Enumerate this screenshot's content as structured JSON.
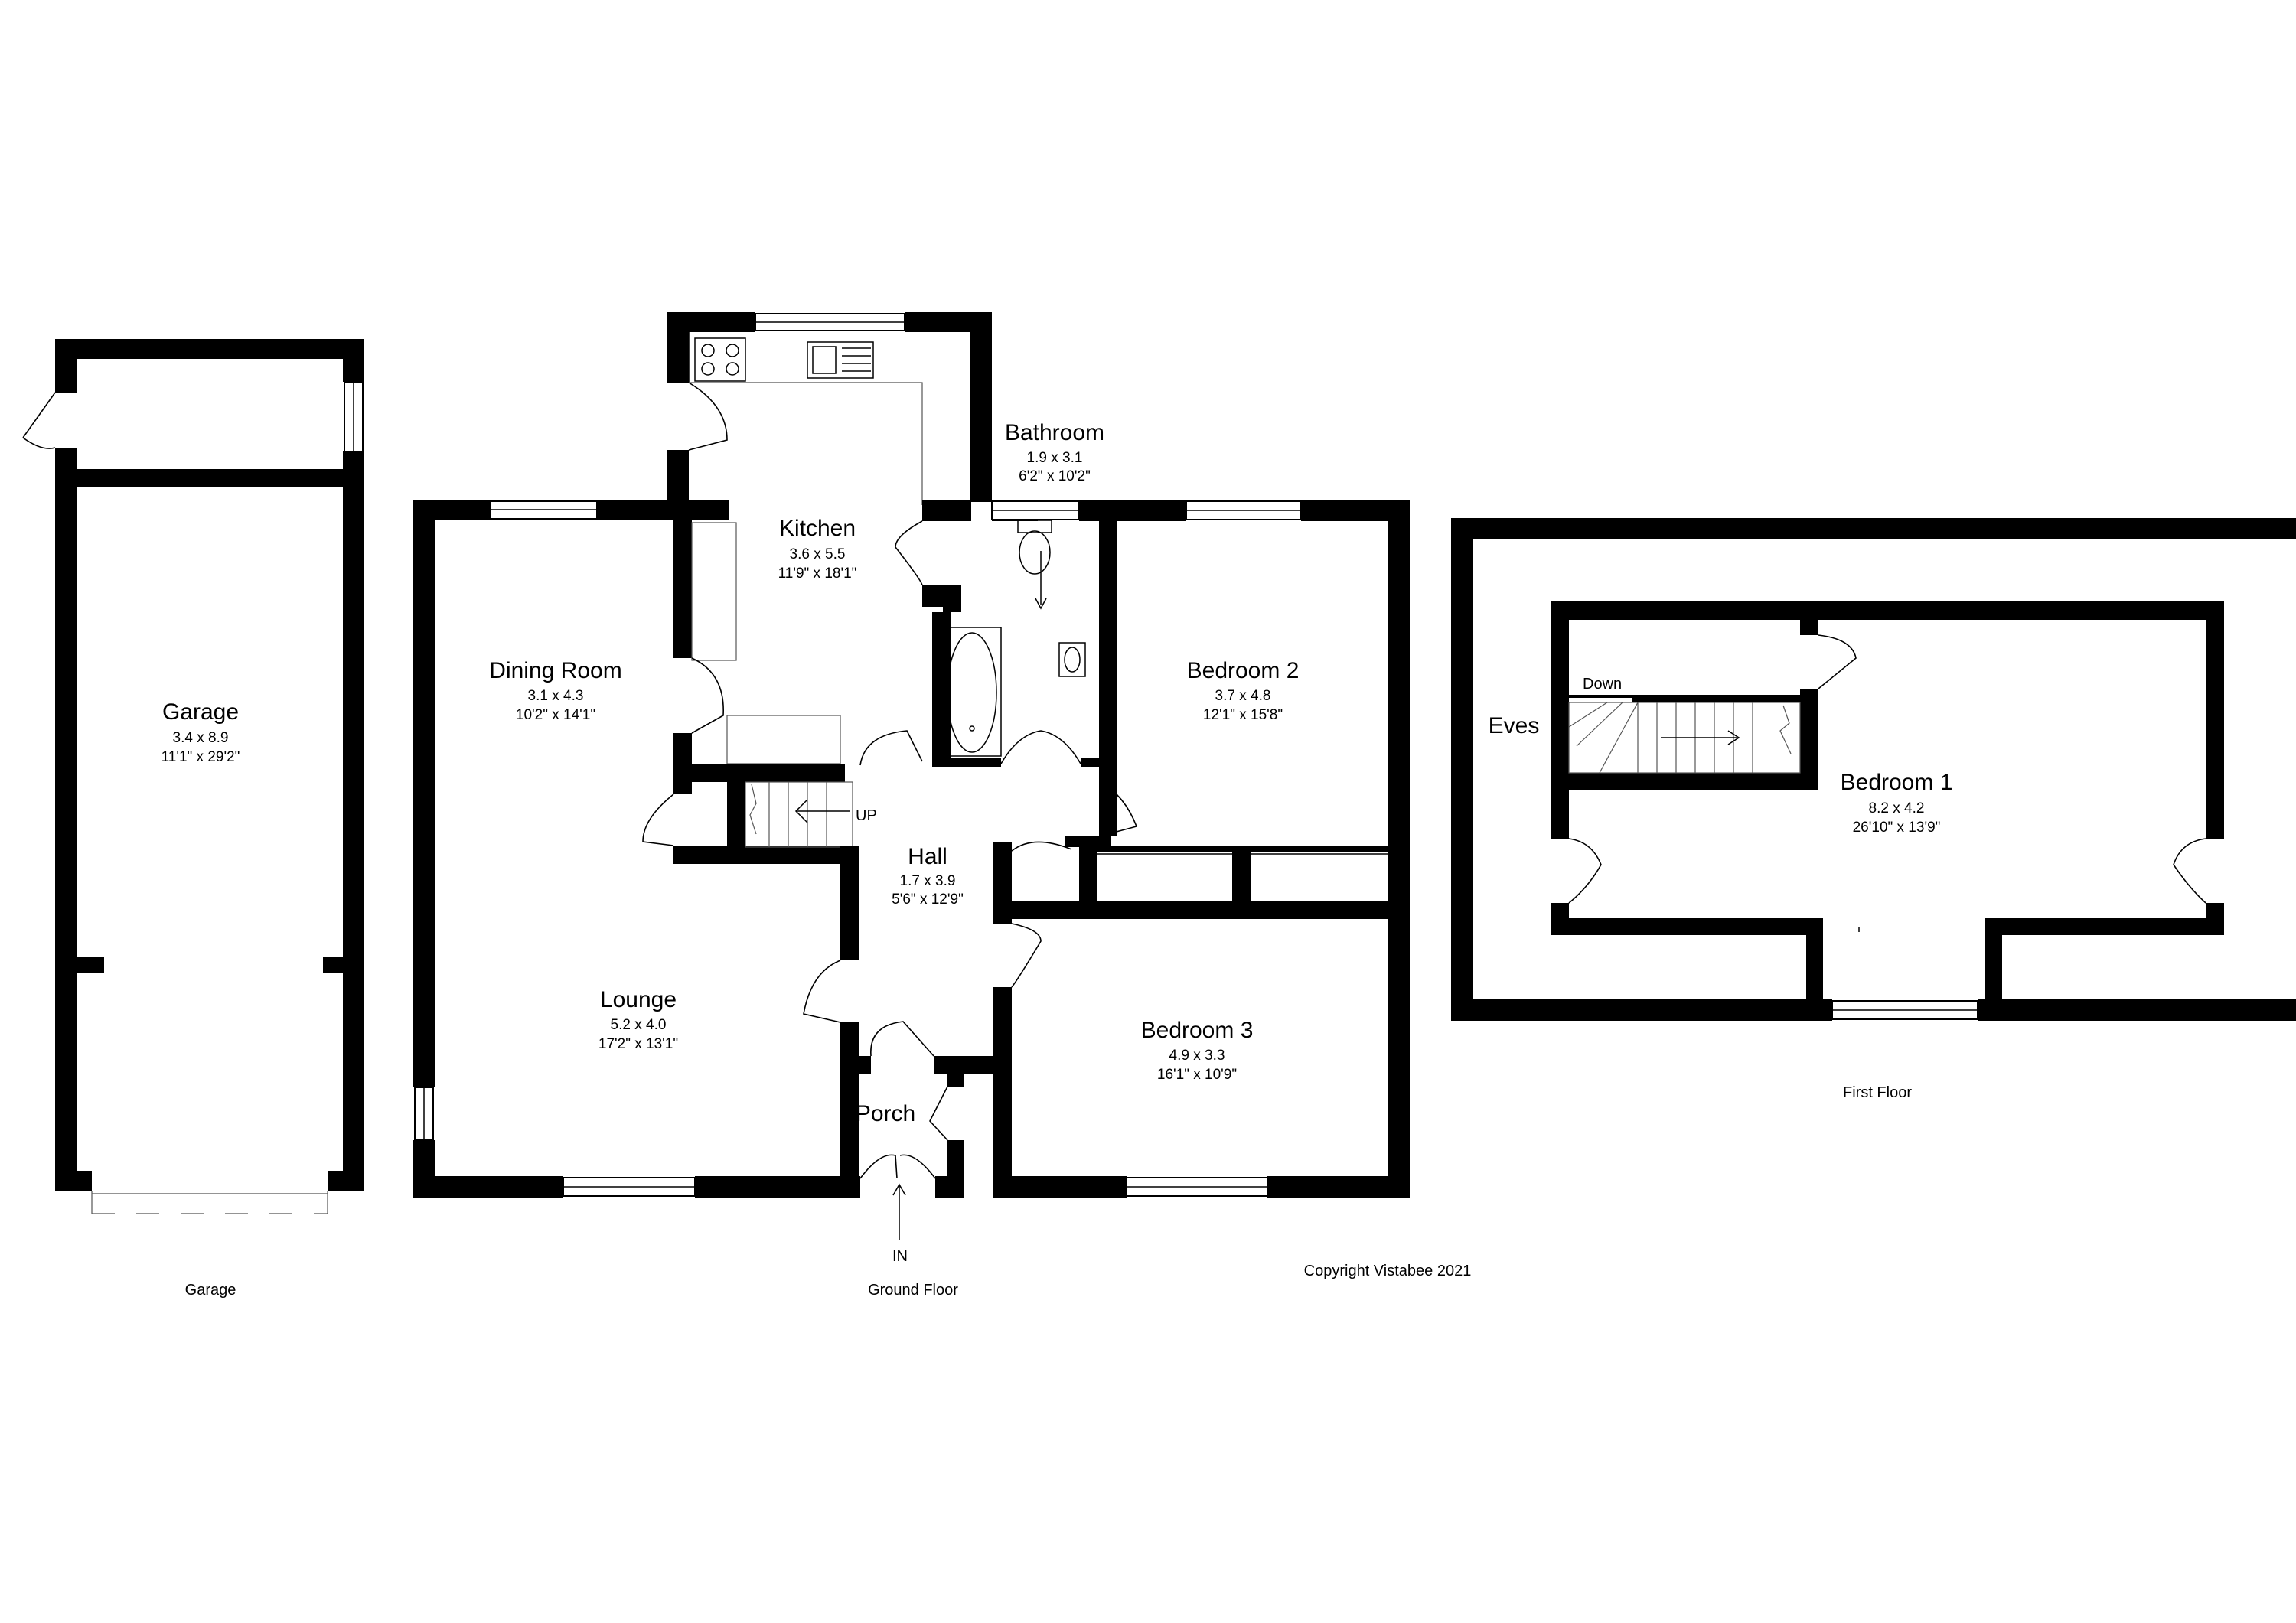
{
  "rooms": {
    "garage": {
      "name": "Garage",
      "metric": "3.4 x 8.9",
      "imperial": "11'1\" x 29'2\""
    },
    "kitchen": {
      "name": "Kitchen",
      "metric": "3.6 x 5.5",
      "imperial": "11'9\" x 18'1\""
    },
    "bathroom": {
      "name": "Bathroom",
      "metric": "1.9 x 3.1",
      "imperial": "6'2\" x 10'2\""
    },
    "dining_room": {
      "name": "Dining Room",
      "metric": "3.1 x 4.3",
      "imperial": "10'2\" x 14'1\""
    },
    "bedroom2": {
      "name": "Bedroom 2",
      "metric": "3.7 x 4.8",
      "imperial": "12'1\" x 15'8\""
    },
    "hall": {
      "name": "Hall",
      "metric": "1.7 x 3.9",
      "imperial": "5'6\" x 12'9\""
    },
    "lounge": {
      "name": "Lounge",
      "metric": "5.2 x 4.0",
      "imperial": "17'2\" x 13'1\""
    },
    "bedroom3": {
      "name": "Bedroom 3",
      "metric": "4.9 x 3.3",
      "imperial": "16'1\" x 10'9\""
    },
    "porch": {
      "name": "Porch"
    },
    "bedroom1": {
      "name": "Bedroom 1",
      "metric": "8.2 x 4.2",
      "imperial": "26'10\" x 13'9\""
    }
  },
  "labels": {
    "up": "UP",
    "down": "Down",
    "in": "IN",
    "eves": "Eves"
  },
  "captions": {
    "garage": "Garage",
    "ground_floor": "Ground Floor",
    "first_floor": "First Floor",
    "copyright": "Copyright Vistabee 2021"
  }
}
